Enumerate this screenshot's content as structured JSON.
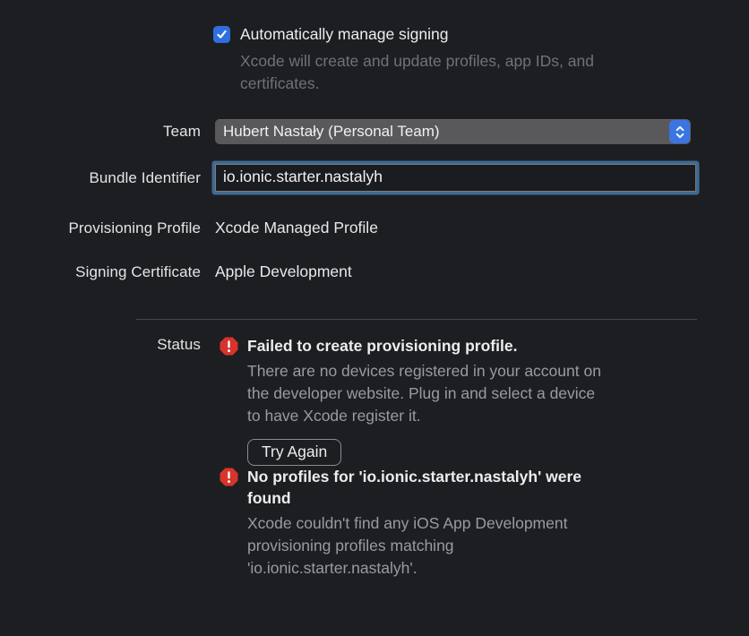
{
  "colors": {
    "background": "#1d1e21",
    "accent_blue": "#2e6ee0",
    "stepper_blue": "#3b74e3",
    "focus_ring_blue": "#3d6a93",
    "error_red": "#d7342c",
    "primary_text": "#eceded",
    "dim_text": "#717176",
    "secondary_text": "#9b9b9f"
  },
  "signing": {
    "auto_manage": {
      "label": "Automatically manage signing",
      "checked": true,
      "description_lines": [
        "Xcode will create and update profiles, app IDs, and",
        "certificates."
      ]
    },
    "team": {
      "label": "Team",
      "value": "Hubert Nastały (Personal Team)"
    },
    "bundle_identifier": {
      "label": "Bundle Identifier",
      "value": "io.ionic.starter.nastalyh"
    },
    "provisioning_profile": {
      "label": "Provisioning Profile",
      "value": "Xcode Managed Profile"
    },
    "signing_certificate": {
      "label": "Signing Certificate",
      "value": "Apple Development"
    }
  },
  "status": {
    "label": "Status",
    "errors": [
      {
        "title_lines": [
          "Failed to create provisioning profile."
        ],
        "description_lines": [
          "There are no devices registered in your account on",
          "the developer website. Plug in and select a device",
          "to have Xcode register it."
        ],
        "action_label": "Try Again"
      },
      {
        "title_lines": [
          "No profiles for 'io.ionic.starter.nastalyh' were",
          "found"
        ],
        "description_lines": [
          "Xcode couldn't find any iOS App Development",
          "provisioning profiles matching",
          "'io.ionic.starter.nastalyh'."
        ]
      }
    ]
  }
}
